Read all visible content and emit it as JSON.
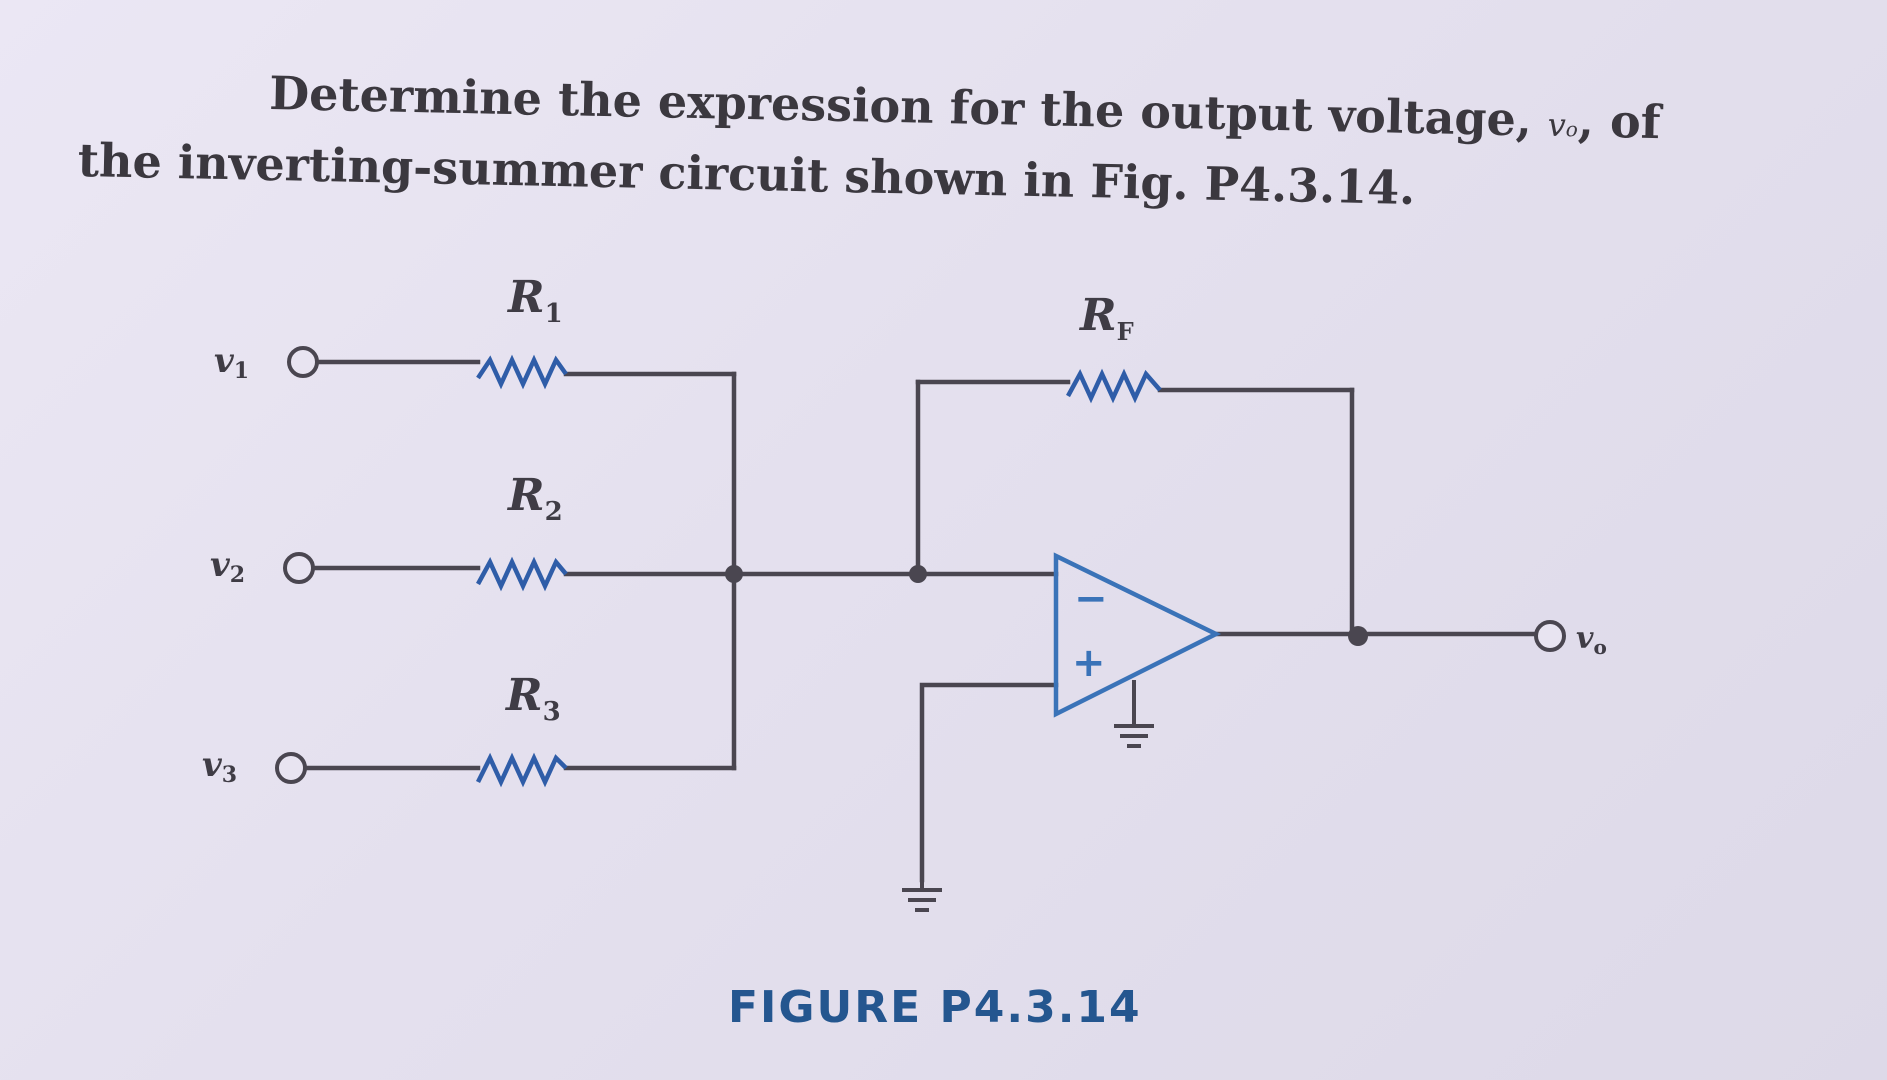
{
  "problem": {
    "text_part1": "Determine the expression for the output voltage,",
    "output_symbol": "v",
    "output_subscript": "o",
    "text_part2": ", of the inverting-summer circuit shown in Fig. P4.3.14."
  },
  "circuit": {
    "inputs": [
      {
        "symbol": "v",
        "subscript": "1"
      },
      {
        "symbol": "v",
        "subscript": "2"
      },
      {
        "symbol": "v",
        "subscript": "3"
      }
    ],
    "resistors": [
      {
        "symbol": "R",
        "subscript": "1"
      },
      {
        "symbol": "R",
        "subscript": "2"
      },
      {
        "symbol": "R",
        "subscript": "3"
      }
    ],
    "feedback_resistor": {
      "symbol": "R",
      "subscript": "F"
    },
    "opamp": {
      "inverting_sign": "−",
      "noninverting_sign": "+"
    },
    "output": {
      "symbol": "v",
      "subscript": "o"
    }
  },
  "figure": {
    "caption": "FIGURE P4.3.14"
  }
}
